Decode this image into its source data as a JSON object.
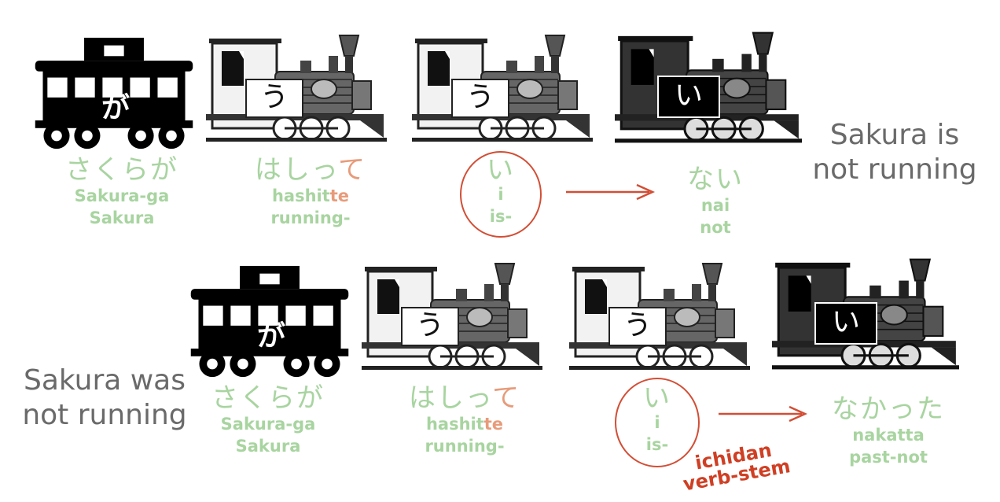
{
  "row1": {
    "caboose_char": "が",
    "engine1_char": "う",
    "engine2_char": "う",
    "engine3_char": "い",
    "sakura": {
      "jp": "さくらが",
      "romaji": "Sakura-ga",
      "gloss": "Sakura"
    },
    "hashitte": {
      "jp_main": "はしっ",
      "jp_hl": "て",
      "romaji_main": "hashit",
      "romaji_hl": "te",
      "gloss": "running-"
    },
    "i": {
      "jp": "い",
      "romaji": "i",
      "gloss": "is-"
    },
    "result": {
      "jp": "ない",
      "romaji": "nai",
      "gloss": "not"
    },
    "caption": [
      "Sakura is",
      "not running"
    ]
  },
  "row2": {
    "caboose_char": "が",
    "engine1_char": "う",
    "engine2_char": "う",
    "engine3_char": "い",
    "sakura": {
      "jp": "さくらが",
      "romaji": "Sakura-ga",
      "gloss": "Sakura"
    },
    "hashitte": {
      "jp_main": "はしっ",
      "jp_hl": "て",
      "romaji_main": "hashit",
      "romaji_hl": "te",
      "gloss": "running-"
    },
    "i": {
      "jp": "い",
      "romaji": "i",
      "gloss": "is-"
    },
    "result": {
      "jp": "なかった",
      "romaji": "nakatta",
      "gloss": "past-not"
    },
    "caption": [
      "Sakura was",
      "not running"
    ],
    "note": [
      "ichidan",
      "verb-stem"
    ]
  },
  "colors": {
    "green": "#a8d4a0",
    "highlight": "#e79b7a",
    "red": "#d24e35",
    "caption": "#6a6a6a"
  }
}
